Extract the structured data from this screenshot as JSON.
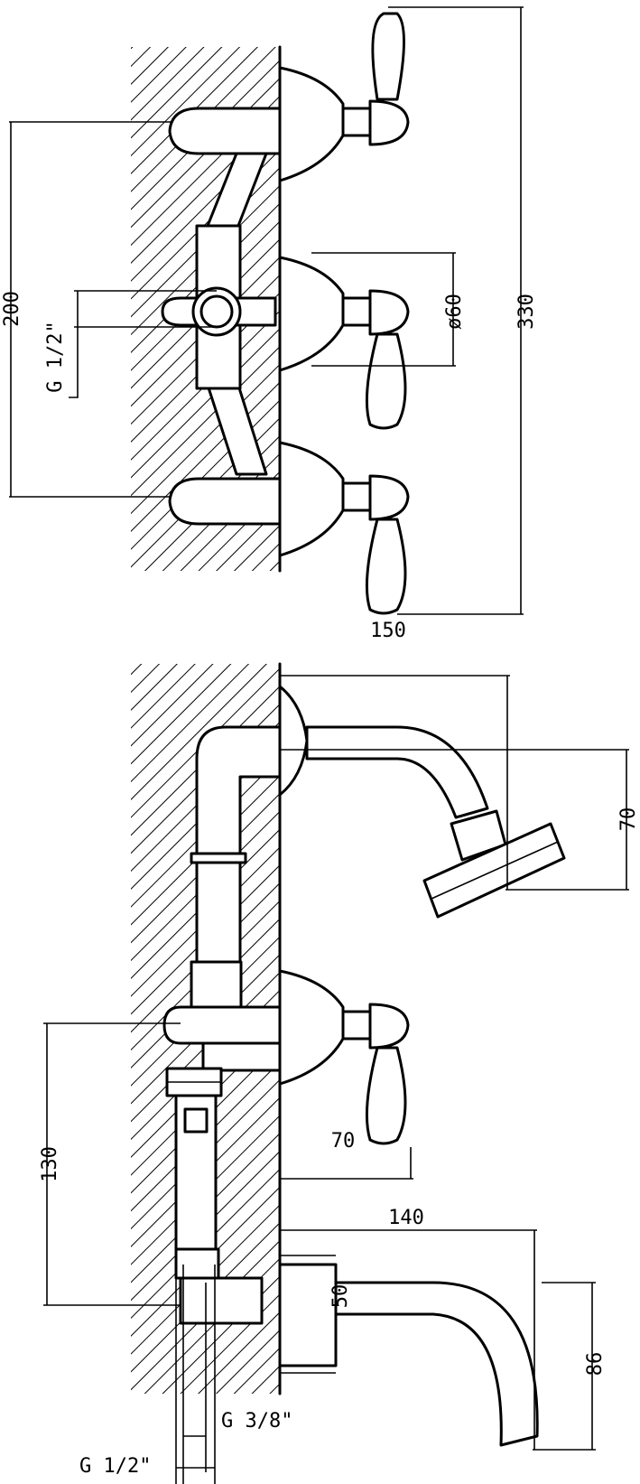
{
  "dimensions": {
    "top_view": {
      "d200": "200",
      "g12": "G 1/2\"",
      "d60": "ø60",
      "d330": "330",
      "d150": "150"
    },
    "side_view": {
      "d70_shower": "70",
      "d70_handle": "70",
      "d130": "130",
      "d140": "140",
      "d50": "50",
      "d86": "86",
      "g38": "G 3/8\"",
      "g12": "G 1/2\""
    }
  }
}
